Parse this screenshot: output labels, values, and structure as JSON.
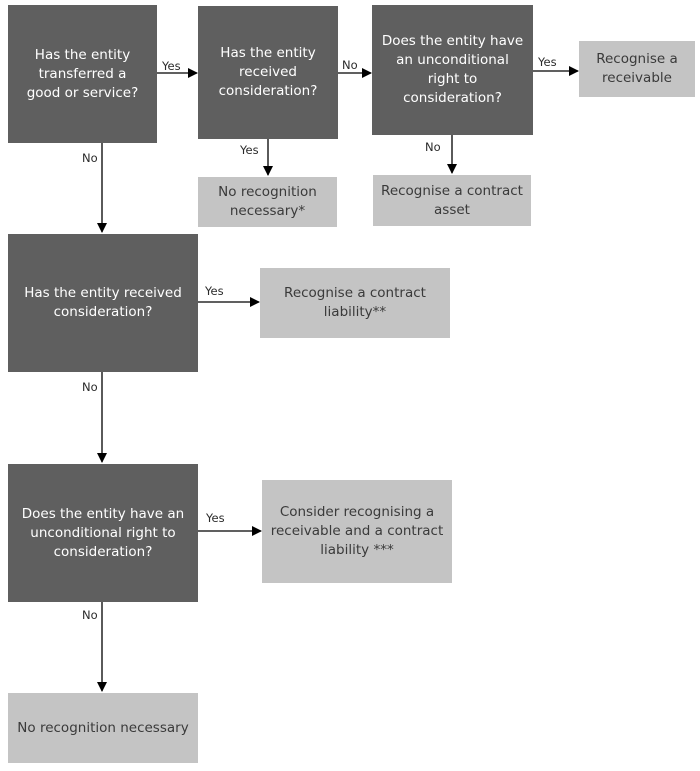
{
  "nodes": {
    "q_transferred": "Has the entity\ntransferred a\ngood or service?",
    "q_received_top": "Has the entity\nreceived\nconsideration?",
    "q_unconditional_top": "Does the entity have\nan unconditional\nright to\nconsideration?",
    "r_receivable": "Recognise a\nreceivable",
    "r_no_recog_star": "No recognition\nnecessary*",
    "r_contract_asset": "Recognise a contract\nasset",
    "q_received_mid": "Has the entity received\nconsideration?",
    "r_contract_liability": "Recognise a contract\nliability**",
    "q_unconditional_bottom": "Does the entity have an\nunconditional right to\nconsideration?",
    "r_consider": "Consider recognising a\nreceivable and a contract\nliability  ***",
    "r_no_recog_bottom": "No recognition necessary"
  },
  "edge_labels": {
    "e1": "Yes",
    "e2": "No",
    "e3": "Yes",
    "e4": "Yes",
    "e5": "No",
    "e6": "No",
    "e7": "Yes",
    "e8": "No",
    "e9": "Yes",
    "e10": "No"
  },
  "colors": {
    "decision_fill": "#5f5f5f",
    "outcome_fill": "#c4c4c4",
    "decision_text": "#ffffff",
    "outcome_text": "#3a3a3a",
    "connector": "#000000"
  }
}
